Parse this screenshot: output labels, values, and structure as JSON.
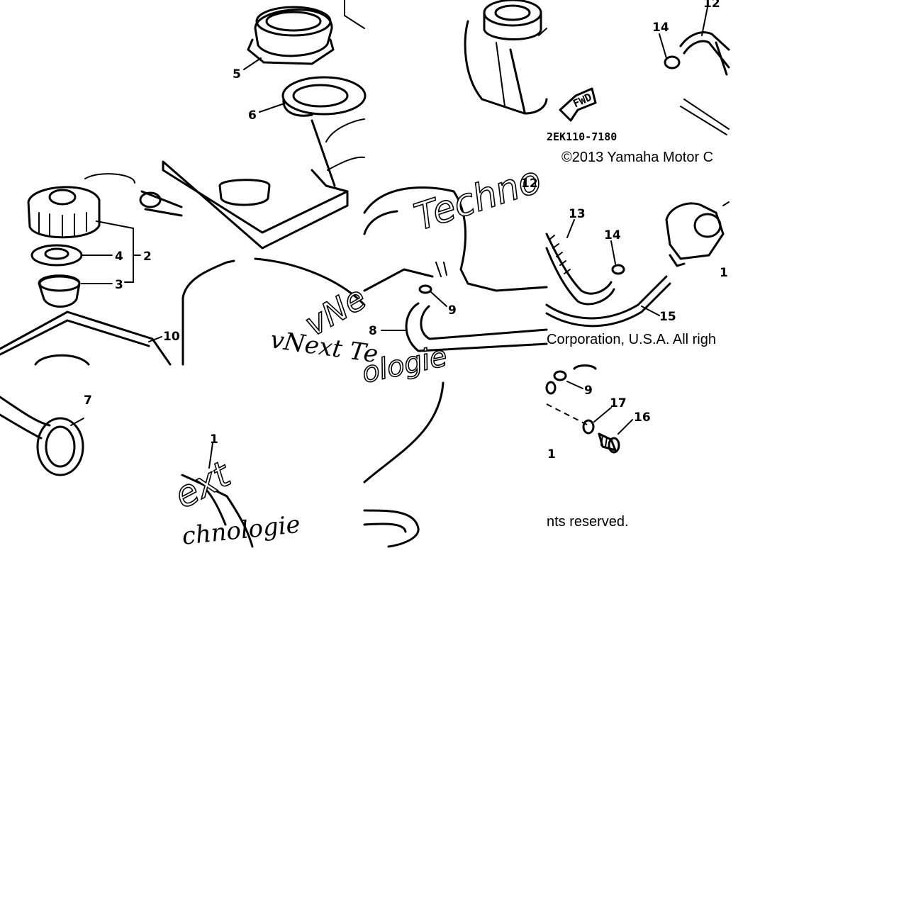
{
  "diagram": {
    "drawing_code": "2EK110-7180",
    "copyright_line1": "©2013 Yamaha Motor C",
    "copyright_line2": "Corporation, U.S.A. All righ",
    "copyright_line3": "nts reserved.",
    "direction_label": "FWD",
    "watermarks": [
      {
        "text": "vNext Te"
      },
      {
        "text": "Techno"
      },
      {
        "text": "ext"
      },
      {
        "text": "chnologie"
      },
      {
        "text": "vNe"
      },
      {
        "text": "ologie"
      }
    ],
    "callouts": [
      {
        "label": "1"
      },
      {
        "label": "2"
      },
      {
        "label": "3"
      },
      {
        "label": "4"
      },
      {
        "label": "5"
      },
      {
        "label": "6"
      },
      {
        "label": "7"
      },
      {
        "label": "8"
      },
      {
        "label": "9"
      },
      {
        "label": "10"
      },
      {
        "label": "12"
      },
      {
        "label": "14"
      },
      {
        "label": "12"
      },
      {
        "label": "13"
      },
      {
        "label": "14"
      },
      {
        "label": "15"
      },
      {
        "label": "1"
      },
      {
        "label": "9"
      },
      {
        "label": "17"
      },
      {
        "label": "16"
      },
      {
        "label": "1"
      }
    ]
  }
}
